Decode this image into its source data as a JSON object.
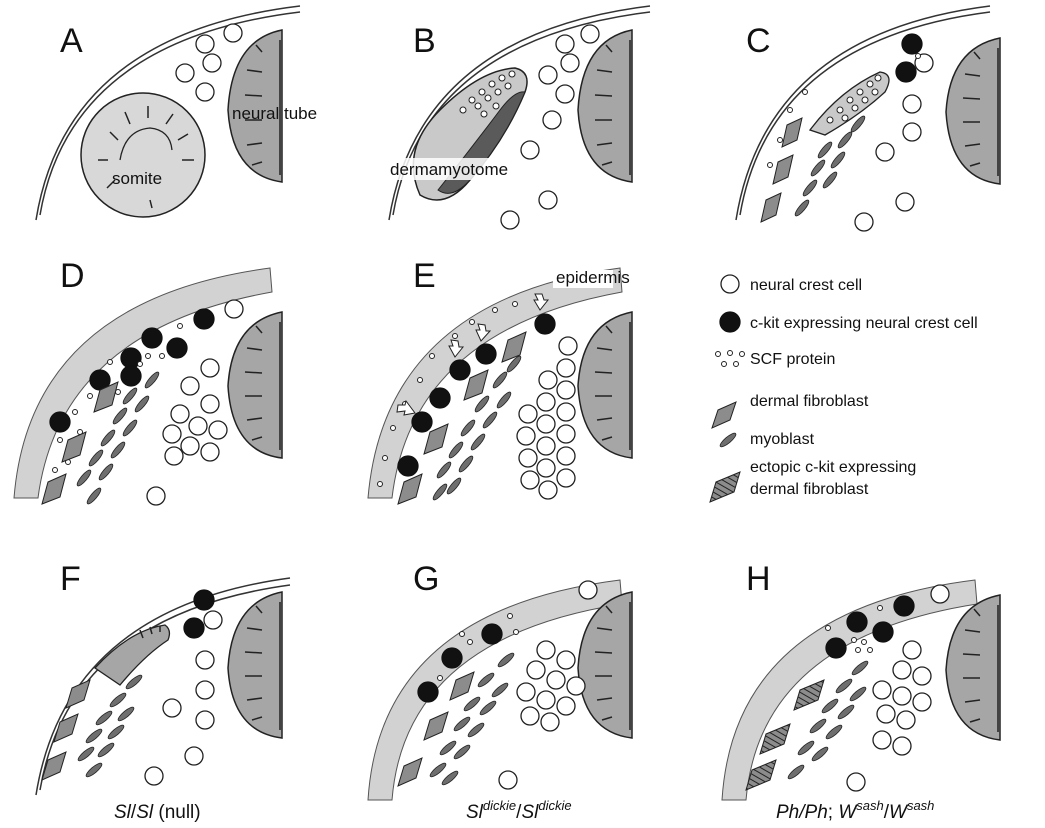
{
  "panels": [
    "A",
    "B",
    "C",
    "D",
    "E",
    "F",
    "G",
    "H"
  ],
  "labels": {
    "neural_tube": "neural tube",
    "somite": "somite",
    "dermamyotome": "dermamyotome",
    "epidermis": "epidermis"
  },
  "legend": [
    {
      "key": "nc",
      "text": "neural crest cell"
    },
    {
      "key": "ck",
      "text": "c-kit expressing neural crest cell"
    },
    {
      "key": "scf",
      "text": "SCF protein"
    },
    {
      "key": "fib",
      "text": "dermal fibroblast"
    },
    {
      "key": "myo",
      "text": "myoblast"
    },
    {
      "key": "ectopic",
      "text": "ectopic c-kit expressing",
      "text2": "dermal fibroblast"
    }
  ],
  "captions": {
    "F": {
      "a": "Sl",
      "b": "/",
      "c": "Sl",
      "d": " (null)"
    },
    "G": {
      "a": "Sl",
      "sup1": "dickie",
      "b": "/",
      "c": "Sl",
      "sup2": "dickie"
    },
    "H": {
      "a": "Ph/Ph",
      "b": "; ",
      "c": "W",
      "sup1": "sash",
      "d": "/",
      "e": "W",
      "sup2": "sash"
    }
  },
  "icons": [
    "neural-crest-cell-icon",
    "c-kit-cell-icon",
    "scf-protein-icon",
    "dermal-fibroblast-icon",
    "myoblast-icon",
    "ectopic-fibroblast-icon"
  ]
}
